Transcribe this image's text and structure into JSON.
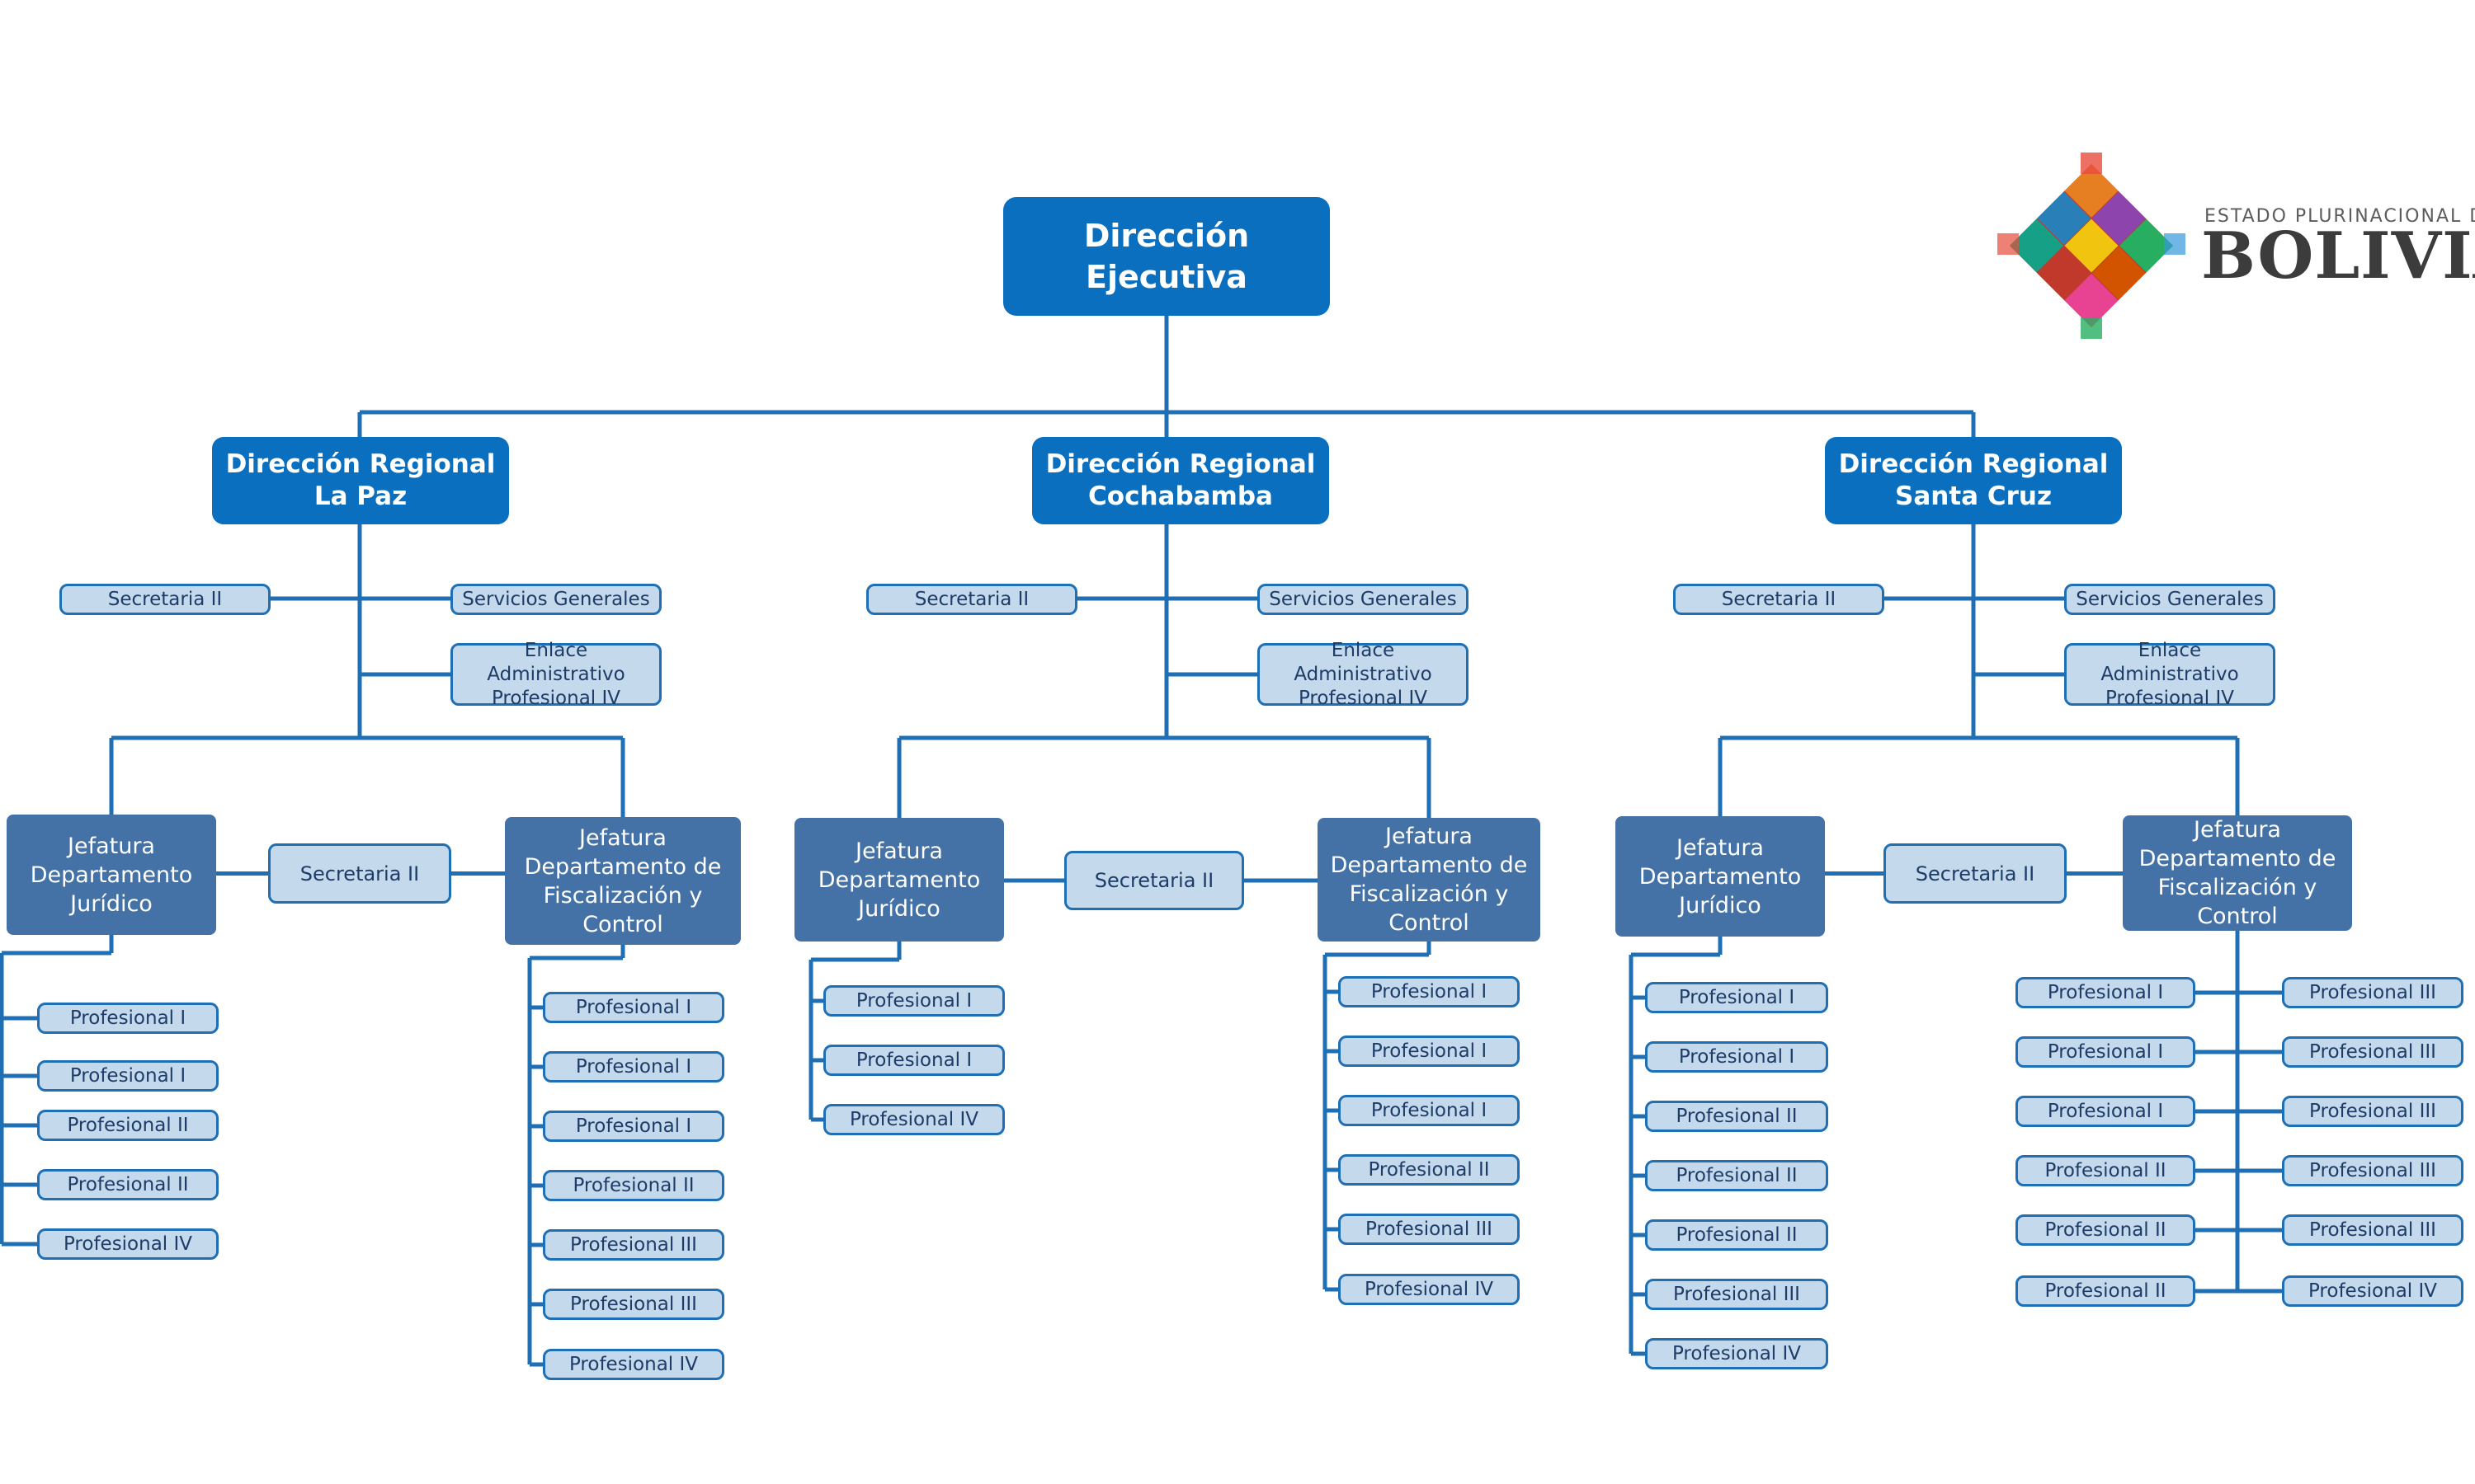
{
  "logo": {
    "line1": "ESTADO PLURINACIONAL DE",
    "line2": "BOLIVIA"
  },
  "org": {
    "top": "Dirección\nEjecutiva",
    "regions": [
      {
        "title": "Dirección Regional\nLa Paz",
        "secretaria": "Secretaria II",
        "servicios": "Servicios Generales",
        "enlace": "Enlace Administrativo\nProfesional IV",
        "jefatura_juridico": "Jefatura\nDepartamento\nJurídico",
        "dept_secretaria": "Secretaria II",
        "jefatura_fisc": "Jefatura\nDepartamento de\nFiscalización y\nControl",
        "juridico_staff": [
          "Profesional I",
          "Profesional I",
          "Profesional II",
          "Profesional II",
          "Profesional IV"
        ],
        "fisc_staff": [
          "Profesional I",
          "Profesional I",
          "Profesional I",
          "Profesional II",
          "Profesional III",
          "Profesional III",
          "Profesional IV"
        ]
      },
      {
        "title": "Dirección Regional\nCochabamba",
        "secretaria": "Secretaria II",
        "servicios": "Servicios Generales",
        "enlace": "Enlace Administrativo\nProfesional IV",
        "jefatura_juridico": "Jefatura\nDepartamento\nJurídico",
        "dept_secretaria": "Secretaria II",
        "jefatura_fisc": "Jefatura\nDepartamento de\nFiscalización y\nControl",
        "juridico_staff": [
          "Profesional I",
          "Profesional I",
          "Profesional IV"
        ],
        "fisc_staff": [
          "Profesional I",
          "Profesional I",
          "Profesional I",
          "Profesional II",
          "Profesional III",
          "Profesional IV"
        ]
      },
      {
        "title": "Dirección Regional\nSanta Cruz",
        "secretaria": "Secretaria II",
        "servicios": "Servicios Generales",
        "enlace": "Enlace Administrativo\nProfesional IV",
        "jefatura_juridico": "Jefatura\nDepartamento\nJurídico",
        "dept_secretaria": "Secretaria II",
        "jefatura_fisc": "Jefatura\nDepartamento de\nFiscalización y\nControl",
        "juridico_staff": [
          "Profesional I",
          "Profesional I",
          "Profesional II",
          "Profesional II",
          "Profesional II",
          "Profesional III",
          "Profesional IV"
        ],
        "fisc_staff_left": [
          "Profesional I",
          "Profesional I",
          "Profesional I",
          "Profesional II",
          "Profesional II",
          "Profesional II"
        ],
        "fisc_staff_right": [
          "Profesional III",
          "Profesional III",
          "Profesional III",
          "Profesional III",
          "Profesional III",
          "Profesional IV"
        ]
      }
    ]
  },
  "colors": {
    "primary": "#0a6fbf",
    "department": "#4472a6",
    "staff_fill": "#c5d9ed",
    "staff_border": "#1f6fb5",
    "line": "#1f6fb5",
    "staff_text": "#1d3c67"
  }
}
